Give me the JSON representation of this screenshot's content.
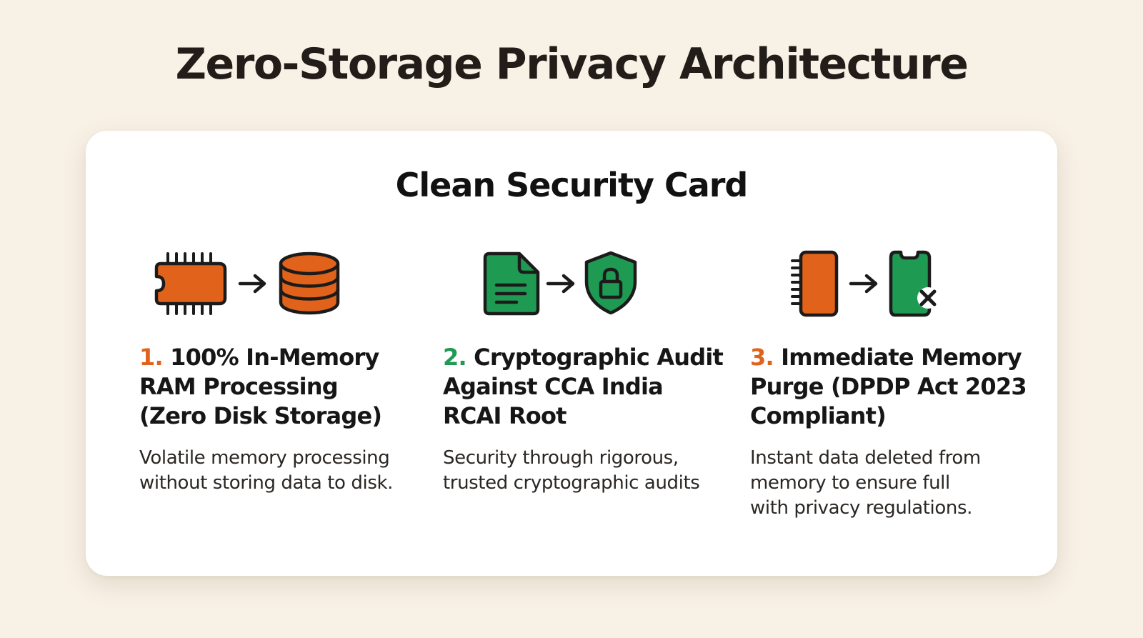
{
  "page": {
    "title": "Zero-Storage Privacy Architecture"
  },
  "card": {
    "title": "Clean Security Card",
    "columns": [
      {
        "number": "1.",
        "heading_lines": [
          "100% In-Memory",
          "RAM Processing",
          "(Zero Disk Storage)"
        ],
        "description_lines": [
          "Volatile memory processing",
          "without storing data to disk."
        ],
        "icons": [
          "ram-chip-icon",
          "arrow-right-icon",
          "database-icon"
        ]
      },
      {
        "number": "2.",
        "heading_lines": [
          "Cryptographic Audit",
          "Against CCA India",
          "RCAI Root"
        ],
        "description_lines": [
          "Security through rigorous,",
          "trusted cryptographic audits"
        ],
        "icons": [
          "document-icon",
          "arrow-right-icon",
          "shield-lock-icon"
        ]
      },
      {
        "number": "3.",
        "heading_lines": [
          "Immediate Memory",
          "Purge (DPDP Act 2023",
          "Compliant)"
        ],
        "description_lines": [
          "Instant data deleted from",
          "memory to ensure full",
          "with privacy regulations."
        ],
        "icons": [
          "memory-module-icon",
          "arrow-right-icon",
          "phone-delete-icon"
        ]
      }
    ]
  },
  "colors": {
    "background": "#f8f1e6",
    "card": "#ffffff",
    "accent_orange": "#e0621b",
    "accent_green": "#1f9a52",
    "outline": "#1b1b1b"
  }
}
